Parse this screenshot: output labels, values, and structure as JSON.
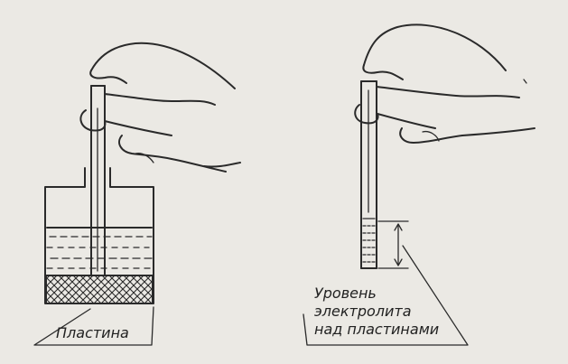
{
  "figure": {
    "left_label": "Пластина",
    "right_label_lines": [
      "Уровень",
      "электролита",
      "над пластинами"
    ]
  },
  "colors": {
    "paper": "#ebe9e4",
    "ink": "#2a2a2a"
  }
}
